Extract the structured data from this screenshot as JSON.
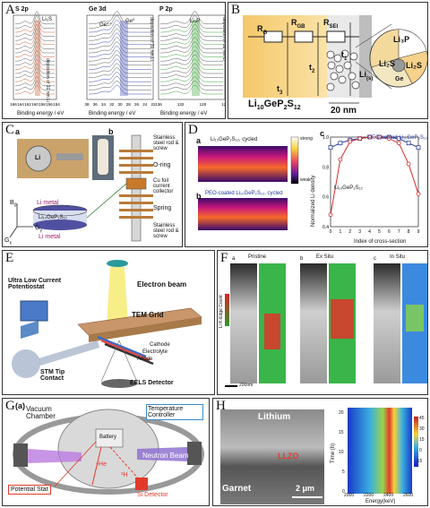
{
  "panel_labels": {
    "A": "A",
    "B": "B",
    "C": "C",
    "D": "D",
    "E": "E",
    "F": "F",
    "G": "G",
    "H": "H"
  },
  "A": {
    "subplots": [
      {
        "title": "S 2p",
        "peak_label": "Li₂S",
        "xlabel": "Binding energy / eV",
        "ticks": [
          "166",
          "164",
          "162",
          "160",
          "158",
          "156",
          "154"
        ],
        "side_label": "deposition of 31 nm Li",
        "highlight": "#c8562a"
      },
      {
        "title": "Ge 3d",
        "peak_label_1": "Ge⁴⁺",
        "peak_label_2": "Ge⁰",
        "xlabel": "Binding energy / eV",
        "ticks": [
          "38",
          "36",
          "34",
          "32",
          "30",
          "28",
          "26",
          "24",
          "22"
        ],
        "side_label": "deposition of 31 nm Li",
        "highlight": "#3a48b0"
      },
      {
        "title": "P 2p",
        "peak_label": "Li₃P",
        "xlabel": "Binding energy / eV",
        "ticks": [
          "136",
          "132",
          "128",
          "124"
        ],
        "side_label": "deposition of 31 nm Li",
        "highlight": "#3aa33a"
      }
    ]
  },
  "B": {
    "resistors": [
      "R",
      "R",
      "R"
    ],
    "resistor_subs": [
      "G",
      "GB",
      "SEI"
    ],
    "times": [
      "t",
      "t",
      "t"
    ],
    "time_subs": [
      "1",
      "2",
      "3"
    ],
    "li_label": "Li",
    "li_sub": "(s)",
    "formula_main": "Li",
    "formula_parts": [
      "10",
      "GeP",
      "2",
      "S",
      "12"
    ],
    "scale": "20 nm",
    "circle_labels": [
      "Li₃P",
      "Li₂S",
      "Li₂S",
      "Ge"
    ]
  },
  "C": {
    "sub_a": "a",
    "sub_b": "b",
    "li_coin": "Li",
    "axes": [
      "B",
      "G",
      "G"
    ],
    "axes_subs": [
      "0",
      "y",
      "x"
    ],
    "stack_top": "Li metal",
    "stack_mid": "Li₁₀GeP₂S₁₂",
    "stack_bottom": "Li metal",
    "labels": [
      "Stainless steel rod & screw",
      "O-ring",
      "Cu foil current collector",
      "Spring",
      "Stainless steel rod & screw"
    ]
  },
  "D": {
    "sub_a": "a",
    "sub_b": "b",
    "sub_c": "c",
    "map_a_title": "Li₁₀GeP₂S₁₂, cycled",
    "map_b_title": "PEO-coated Li₁₀GeP₂S₁₂, cycled",
    "colorbar_strong": "strong",
    "colorbar_weak": "weak"
  },
  "chart_data": {
    "type": "line",
    "title": "",
    "xlabel": "Index of cross-section",
    "ylabel": "Normalized Li density",
    "xlim": [
      0,
      9
    ],
    "ylim": [
      0.4,
      1.0
    ],
    "xticks": [
      "0",
      "1",
      "2",
      "3",
      "4",
      "5",
      "6",
      "7",
      "8",
      "9"
    ],
    "yticks": [
      "0.4",
      "0.6",
      "0.8",
      "1.0"
    ],
    "x": [
      0,
      1,
      2,
      3,
      4,
      5,
      6,
      7,
      8,
      9
    ],
    "series": [
      {
        "name": "PEO-coated Li₁₀GeP₂S₁₂",
        "color": "#2a3a9a",
        "values": [
          0.93,
          0.96,
          0.98,
          0.99,
          1.0,
          1.0,
          1.0,
          0.99,
          0.96,
          0.93
        ]
      },
      {
        "name": "Li₁₀GeP₂S₁₂",
        "color": "#d22a2a",
        "values": [
          0.48,
          0.85,
          0.97,
          0.99,
          1.0,
          1.0,
          0.99,
          0.96,
          0.82,
          0.62
        ]
      }
    ],
    "legend": "top-right"
  },
  "E": {
    "potentiostat": "Ultra Low Current Potentiostat",
    "beam": "Electron beam",
    "grid": "TEM Grid",
    "cathode": "Cathode",
    "electrolyte": "Electrolyte",
    "anode": "Anode",
    "stm": "STM Tip Contact",
    "eels": "EELS Detector"
  },
  "F": {
    "sub_a": "a",
    "sub_b": "b",
    "sub_c": "c",
    "cols": [
      "Pristine",
      "Ex Situ",
      "In Situ"
    ],
    "axis": "Li K-Edge Count",
    "scale": "200nm"
  },
  "G": {
    "sub": "(a)",
    "vacuum": "Vacuum Chamber",
    "temperature": "Temperature Controller",
    "battery": "Battery",
    "neutron": "Neutron Beam",
    "potential": "Potential Stat",
    "detector": "Si Detector",
    "h3": "³H",
    "he4": "⁴He"
  },
  "H": {
    "lithium": "Lithium",
    "llzo": "LLZO",
    "garnet": "Garnet",
    "scale": "2 μm",
    "ylabel": "Time (h)",
    "xlabel": "Energy(keV)",
    "yticks": [
      "0",
      "5",
      "10",
      "15",
      "20"
    ],
    "xticks": [
      "2000",
      "2200",
      "2400",
      "2600"
    ],
    "cbar": [
      "45",
      "30",
      "15",
      "0",
      "-15"
    ]
  }
}
